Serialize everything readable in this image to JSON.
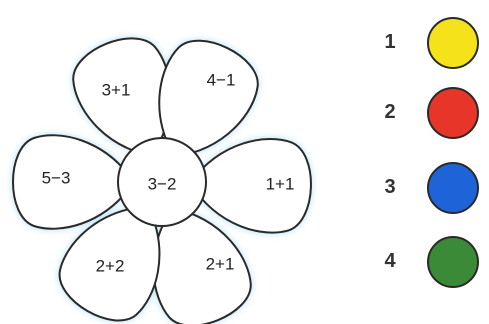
{
  "petals": [
    {
      "label": "3+1"
    },
    {
      "label": "4−1"
    },
    {
      "label": "1+1"
    },
    {
      "label": "2+1"
    },
    {
      "label": "2+2"
    },
    {
      "label": "5−3"
    }
  ],
  "center": {
    "label": "3−2"
  },
  "legend": [
    {
      "number": "1",
      "color": "#f5e21b"
    },
    {
      "number": "2",
      "color": "#e8352a"
    },
    {
      "number": "3",
      "color": "#1f63d8"
    },
    {
      "number": "4",
      "color": "#3a8a37"
    }
  ]
}
